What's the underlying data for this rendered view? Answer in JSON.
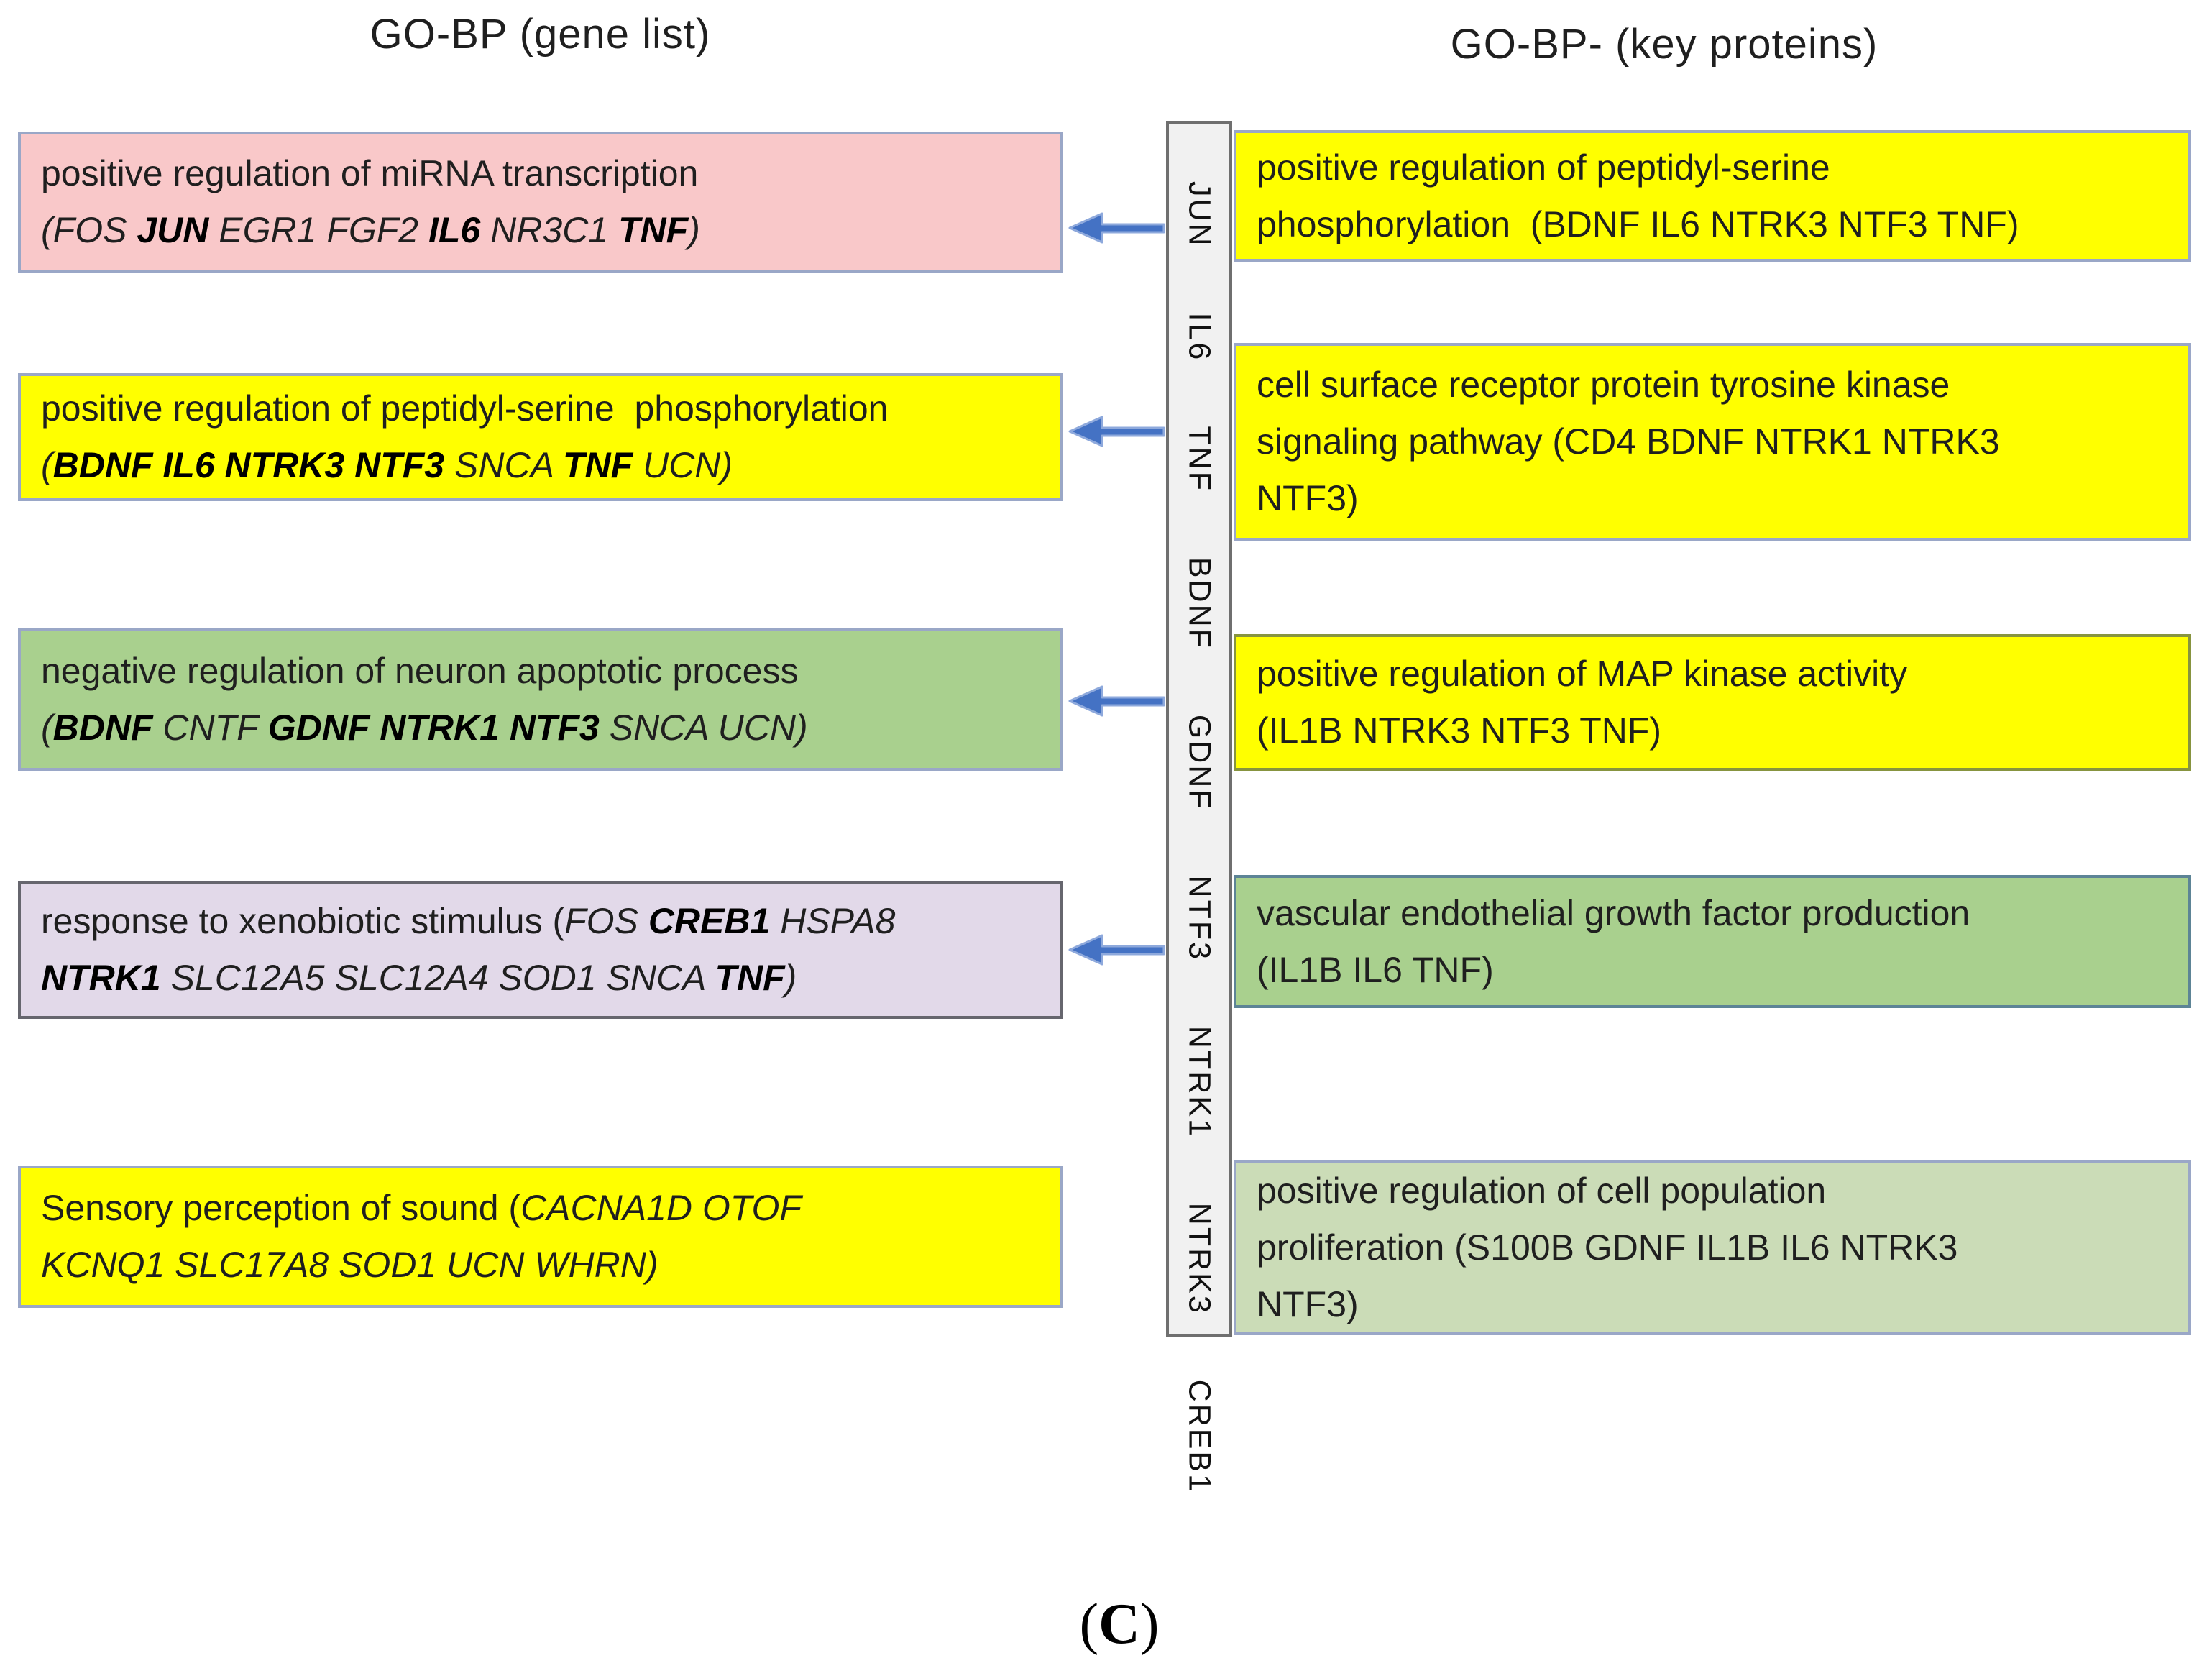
{
  "headers": {
    "left": "GO-BP (gene list)",
    "right": "GO-BP- (key proteins)"
  },
  "caption": {
    "open": "(",
    "letter": "C",
    "close": ")"
  },
  "strip": {
    "genes": [
      "JUN",
      "IL6",
      "TNF",
      "BDNF",
      "GDNF",
      "NTF3",
      "NTRK1",
      "NTRK3",
      "CREB1"
    ]
  },
  "colors": {
    "arrow_blue": "#4472c4",
    "arrow_edge": "#8ea9dc",
    "yellow": "#ffff00",
    "pink": "#f9c8c9",
    "green": "#a9d08e",
    "light_green": "#cbdcb7",
    "lavender": "#e2d9e9",
    "strip_bg": "#f1f1f1",
    "box_border_blue": "#9aa7c7",
    "box_border_olive": "#87943f",
    "box_border_teal": "#5d8496",
    "box_border_gray": "#66666e"
  },
  "left_boxes": [
    {
      "bg": "#f9c8c9",
      "border": "#9aa7c7",
      "lines": [
        [
          {
            "t": "positive regulation of miRNA transcription"
          }
        ],
        [
          {
            "t": "(",
            "i": 1
          },
          {
            "t": "FOS ",
            "i": 1
          },
          {
            "t": "JUN ",
            "i": 1,
            "b": 1
          },
          {
            "t": "EGR1 FGF2 ",
            "i": 1
          },
          {
            "t": "IL6 ",
            "i": 1,
            "b": 1
          },
          {
            "t": "NR3C1 ",
            "i": 1
          },
          {
            "t": "TNF",
            "i": 1,
            "b": 1
          },
          {
            "t": ")",
            "i": 1
          }
        ]
      ]
    },
    {
      "bg": "#ffff00",
      "border": "#9aa7c7",
      "lines": [
        [
          {
            "t": "positive regulation of peptidyl-serine  phosphorylation"
          }
        ],
        [
          {
            "t": "(",
            "i": 1
          },
          {
            "t": "BDNF IL6 NTRK3 NTF3 ",
            "i": 1,
            "b": 1
          },
          {
            "t": "SNCA ",
            "i": 1
          },
          {
            "t": "TNF ",
            "i": 1,
            "b": 1
          },
          {
            "t": "UCN",
            "i": 1
          },
          {
            "t": ")",
            "i": 1
          }
        ]
      ]
    },
    {
      "bg": "#a9d08e",
      "border": "#9aa7c7",
      "lines": [
        [
          {
            "t": "negative regulation of neuron apoptotic process"
          }
        ],
        [
          {
            "t": "(",
            "i": 1
          },
          {
            "t": "BDNF ",
            "i": 1,
            "b": 1
          },
          {
            "t": "CNTF ",
            "i": 1
          },
          {
            "t": "GDNF NTRK1 NTF3 ",
            "i": 1,
            "b": 1
          },
          {
            "t": "SNCA UCN",
            "i": 1
          },
          {
            "t": ")",
            "i": 1
          }
        ]
      ]
    },
    {
      "bg": "#e2d9e9",
      "border": "#66666e",
      "lines": [
        [
          {
            "t": "response to xenobiotic stimulus ("
          },
          {
            "t": "FOS ",
            "i": 1
          },
          {
            "t": "CREB1 ",
            "i": 1,
            "b": 1
          },
          {
            "t": "HSPA8",
            "i": 1
          }
        ],
        [
          {
            "t": "NTRK1 ",
            "i": 1,
            "b": 1
          },
          {
            "t": "SLC12A5 SLC12A4 SOD1 SNCA ",
            "i": 1
          },
          {
            "t": "TNF",
            "i": 1,
            "b": 1
          },
          {
            "t": ")",
            "i": 1
          }
        ]
      ]
    },
    {
      "bg": "#ffff00",
      "border": "#9aa7c7",
      "lines": [
        [
          {
            "t": "Sensory perception of sound ("
          },
          {
            "t": "CACNA1D OTOF",
            "i": 1
          }
        ],
        [
          {
            "t": "KCNQ1 SLC17A8 SOD1 UCN WHRN",
            "i": 1
          },
          {
            "t": ")",
            "i": 1
          }
        ]
      ]
    }
  ],
  "right_boxes": [
    {
      "bg": "#ffff00",
      "border": "#9aa7c7",
      "lines": [
        "positive regulation of peptidyl-serine",
        "phosphorylation  (BDNF IL6 NTRK3 NTF3 TNF)"
      ]
    },
    {
      "bg": "#ffff00",
      "border": "#9aa7c7",
      "lines": [
        "cell surface receptor protein tyrosine kinase",
        "signaling pathway (CD4 BDNF NTRK1 NTRK3",
        "NTF3)"
      ]
    },
    {
      "bg": "#ffff00",
      "border": "#87943f",
      "lines": [
        "positive regulation of MAP kinase activity",
        "(IL1B NTRK3 NTF3 TNF)"
      ]
    },
    {
      "bg": "#a9d08e",
      "border": "#5d8496",
      "lines": [
        "vascular endothelial growth factor production",
        "(IL1B IL6 TNF)"
      ]
    },
    {
      "bg": "#cbdcb7",
      "border": "#9aa7c7",
      "lines": [
        "positive regulation of cell population",
        "proliferation (S100B GDNF IL1B IL6 NTRK3",
        "NTF3)"
      ]
    }
  ]
}
